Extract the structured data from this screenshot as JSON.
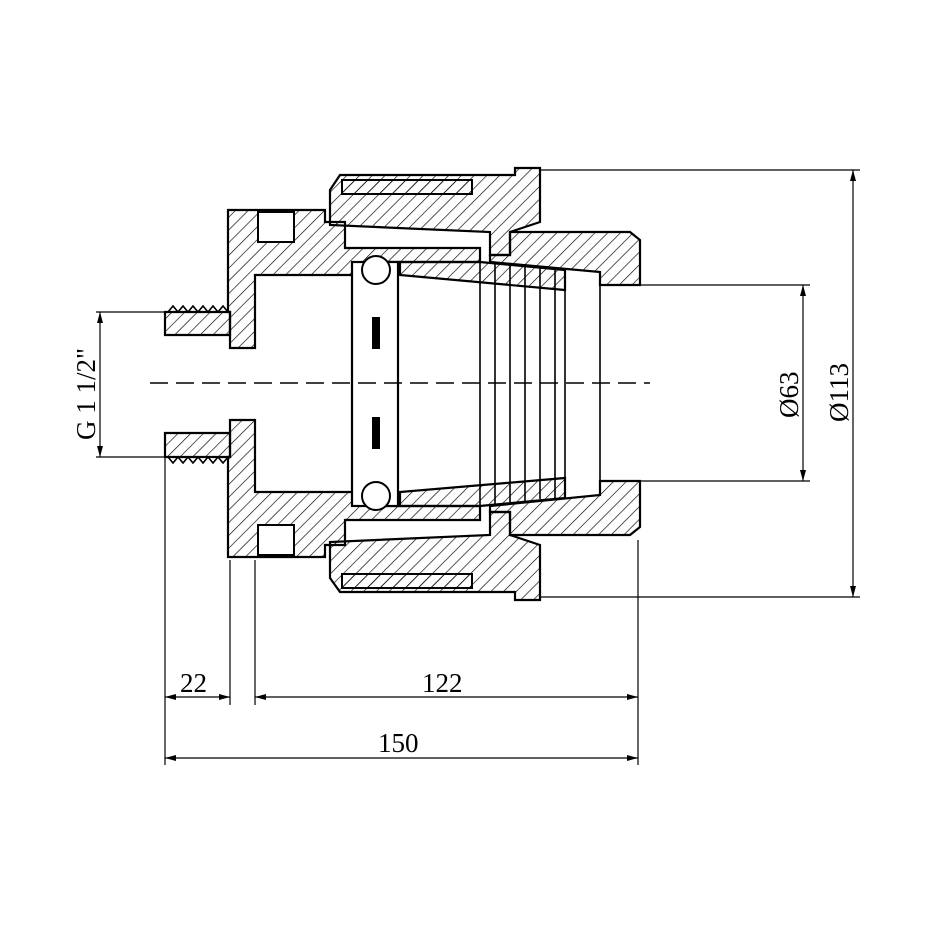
{
  "drawing": {
    "thread_label": "G 1 1/2\"",
    "diameter_inner": "Ø63",
    "diameter_outer": "Ø113",
    "length_thread": "22",
    "length_body": "122",
    "length_total": "150"
  },
  "colors": {
    "line": "#000000",
    "background": "#ffffff"
  }
}
